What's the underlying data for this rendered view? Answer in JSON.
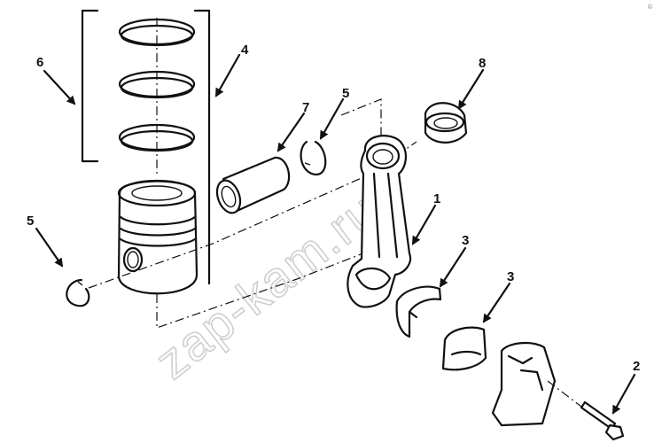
{
  "watermark": "zap-kam.ru",
  "copyright_mark": "©",
  "callouts": [
    {
      "id": "piston-rings-label",
      "text": "6"
    },
    {
      "id": "piston-label",
      "text": "4"
    },
    {
      "id": "pin-label",
      "text": "7"
    },
    {
      "id": "retainer-upper-label",
      "text": "5"
    },
    {
      "id": "retainer-lower-label",
      "text": "5"
    },
    {
      "id": "bushing-label",
      "text": "8"
    },
    {
      "id": "rod-label",
      "text": "1"
    },
    {
      "id": "bearing-upper-label",
      "text": "3"
    },
    {
      "id": "bearing-lower-label",
      "text": "3"
    },
    {
      "id": "bolt-label",
      "text": "2"
    }
  ]
}
